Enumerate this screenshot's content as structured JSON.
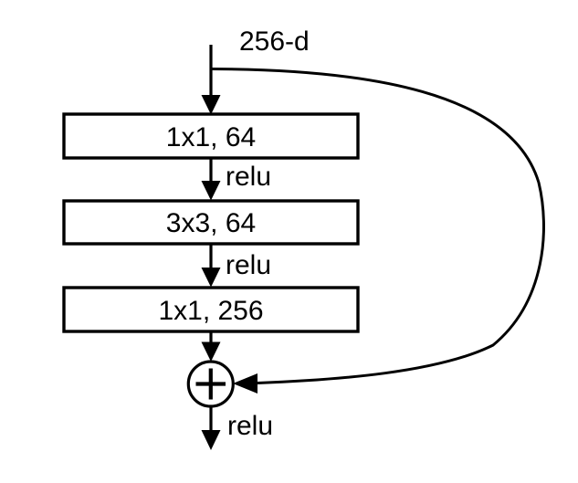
{
  "colors": {
    "ink": "#000000",
    "background": "#ffffff"
  },
  "diagram": {
    "type": "residual-bottleneck-block",
    "input_label": "256-d",
    "layers": [
      {
        "label": "1x1, 64",
        "activation": "relu"
      },
      {
        "label": "3x3, 64",
        "activation": "relu"
      },
      {
        "label": "1x1, 256",
        "activation": null
      }
    ],
    "merge": {
      "operator": "+",
      "activation": "relu"
    }
  }
}
